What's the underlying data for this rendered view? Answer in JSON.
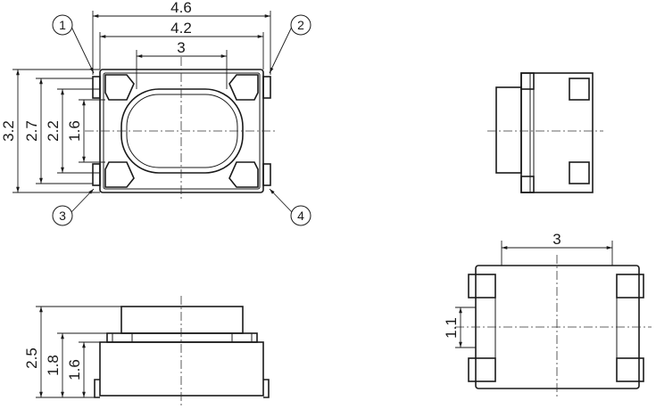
{
  "top_view": {
    "dims": {
      "overall_width": "4.6",
      "terminal_span": "4.2",
      "body_width": "3",
      "overall_height": "3.2",
      "terminal_height": "2.7",
      "body_height": "2.2",
      "button_height": "1.6"
    },
    "callouts": [
      "1",
      "2",
      "3",
      "4"
    ]
  },
  "front_view": {
    "dims": {
      "total_height": "2.5",
      "body_height": "1.8",
      "base_height": "1.6"
    }
  },
  "bottom_view": {
    "dims": {
      "body_width": "3",
      "pad_height": "1.1"
    }
  }
}
